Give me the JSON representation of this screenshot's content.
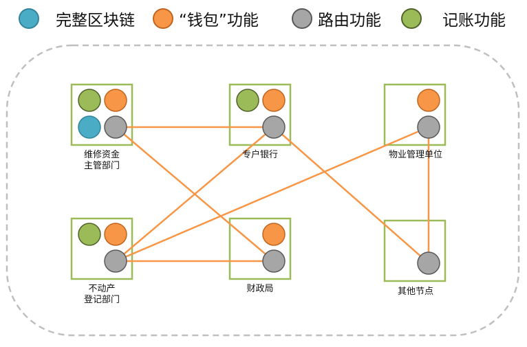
{
  "legend": [
    {
      "key": "blockchain",
      "label": "完整区块链",
      "color": "#4bacc6"
    },
    {
      "key": "wallet",
      "label": "“钱包”功能",
      "color": "#f79646"
    },
    {
      "key": "routing",
      "label": "路由功能",
      "color": "#a6a6a6"
    },
    {
      "key": "ledger",
      "label": "记账功能",
      "color": "#9bbb59"
    }
  ],
  "colors": {
    "node_border": "#9bbb59",
    "edge": "#f79646",
    "boundary": "#bfbfbf",
    "circle_outline": "#595959"
  },
  "nodes": [
    {
      "id": "maintenance",
      "label_lines": [
        "维修资金",
        "主管部门"
      ],
      "functions": [
        "ledger",
        "wallet",
        "blockchain",
        "routing"
      ]
    },
    {
      "id": "bank",
      "label_lines": [
        "专户银行"
      ],
      "functions": [
        "ledger",
        "wallet",
        "routing"
      ]
    },
    {
      "id": "property",
      "label_lines": [
        "物业管理单位"
      ],
      "functions": [
        "wallet",
        "routing"
      ]
    },
    {
      "id": "realestate",
      "label_lines": [
        "不动产",
        "登记部门"
      ],
      "functions": [
        "ledger",
        "wallet",
        "routing"
      ]
    },
    {
      "id": "finance",
      "label_lines": [
        "财政局"
      ],
      "functions": [
        "wallet",
        "routing"
      ]
    },
    {
      "id": "other",
      "label_lines": [
        "其他节点"
      ],
      "functions": [
        "routing"
      ]
    }
  ],
  "edges": [
    [
      "maintenance",
      "bank"
    ],
    [
      "maintenance",
      "finance"
    ],
    [
      "bank",
      "realestate"
    ],
    [
      "bank",
      "other"
    ],
    [
      "property",
      "realestate"
    ],
    [
      "property",
      "other"
    ],
    [
      "realestate",
      "finance"
    ]
  ]
}
